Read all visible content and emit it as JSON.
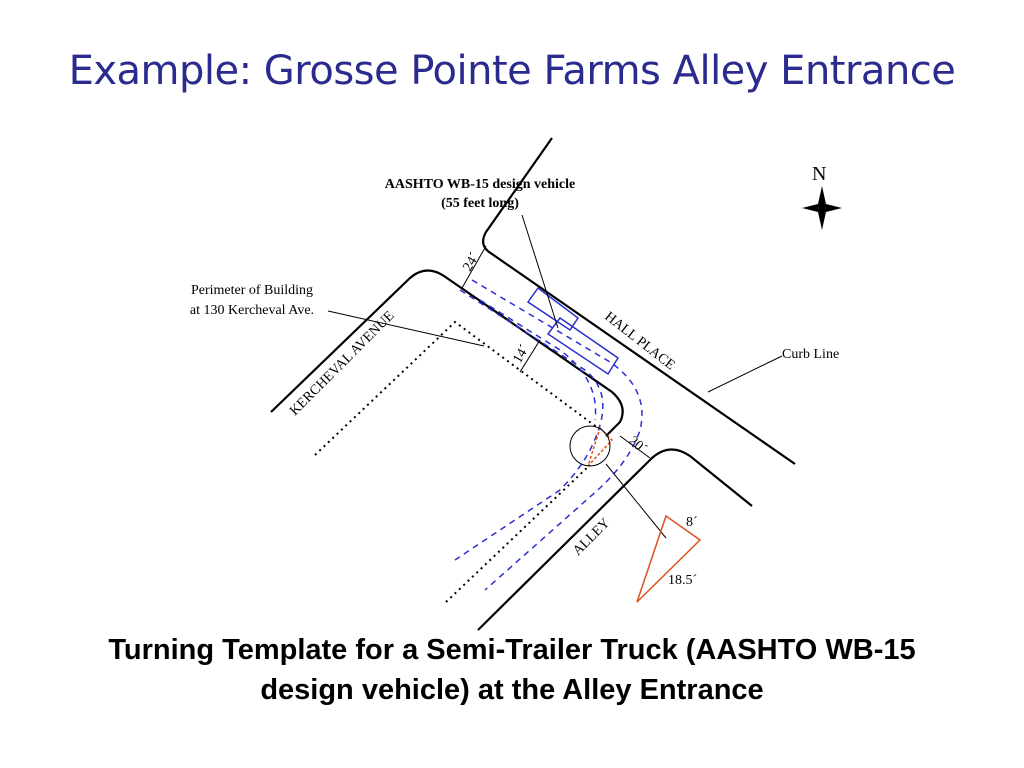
{
  "title": "Example: Grosse Pointe Farms Alley Entrance",
  "caption": {
    "line1": "Turning Template for a Semi-Trailer Truck (AASHTO WB-15",
    "line2": "design vehicle) at the Alley Entrance"
  },
  "diagram": {
    "vehicle_label_1": "AASHTO WB-15 design vehicle",
    "vehicle_label_2": "(55 feet long)",
    "perimeter_label_1": "Perimeter of Building",
    "perimeter_label_2": "at 130 Kercheval Ave.",
    "curb_line_label": "Curb Line",
    "north_label": "N",
    "street_kercheval": "KERCHEVAL AVENUE",
    "street_hall": "HALL PLACE",
    "street_alley": "ALLEY",
    "dim_24": "24´",
    "dim_14": "14´",
    "dim_20": "20´",
    "dim_8": "8´",
    "dim_18_5": "18.5´"
  },
  "colors": {
    "title": "#2b2b8f",
    "vehicle_path": "#2a2fd0",
    "triangle": "#e0501e"
  }
}
